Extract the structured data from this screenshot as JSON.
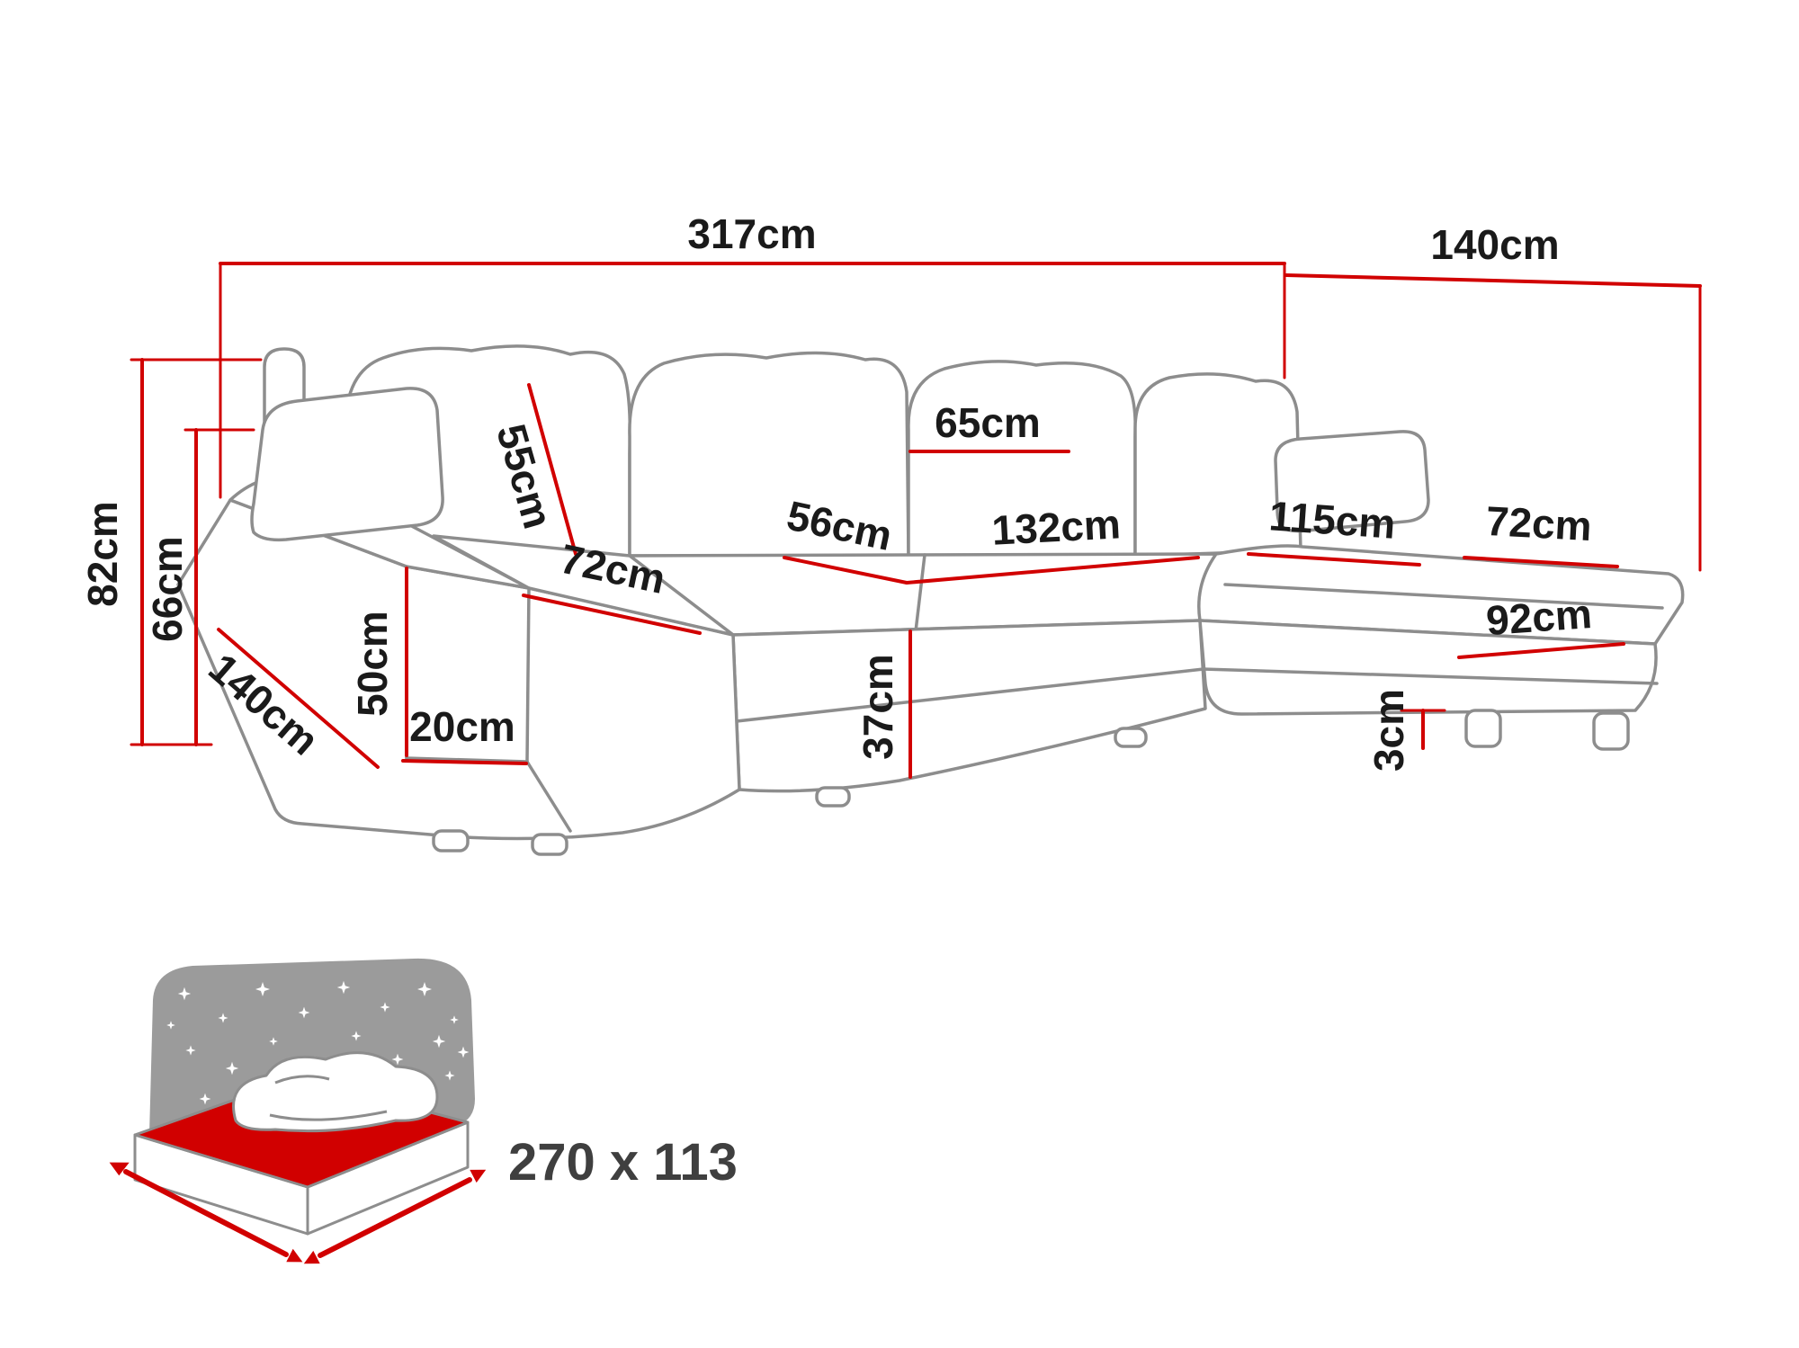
{
  "page": {
    "background": "#ffffff"
  },
  "diagram": {
    "type": "furniture-dimension-diagram",
    "subject": "u-shaped-corner-sofa",
    "colors": {
      "dimension": "#d10000",
      "outline": "#8d8d8d",
      "label_text": "#1a1a1a",
      "icon_grey": "#9b9b9b",
      "mattress_red": "#d10000",
      "sleeping_text": "#3f3f3f"
    },
    "dimensions": {
      "total_width": "317cm",
      "right_section_depth": "140cm",
      "total_height": "82cm",
      "backrest_height": "66cm",
      "back_cushion_height": "55cm",
      "back_cushion_width": "65cm",
      "seat_depth": "56cm",
      "middle_seat_width": "132cm",
      "right_seat_length": "115cm",
      "right_seat_width": "72cm",
      "left_seat_width": "72cm",
      "left_chaise_depth": "140cm",
      "armrest_height": "50cm",
      "armrest_width": "20cm",
      "seat_height": "37cm",
      "right_chaise_front_length": "92cm",
      "leg_height": "3cm"
    },
    "sleeping_area": {
      "label": "270 x 113",
      "icon": "sofa-bed-icon"
    }
  }
}
